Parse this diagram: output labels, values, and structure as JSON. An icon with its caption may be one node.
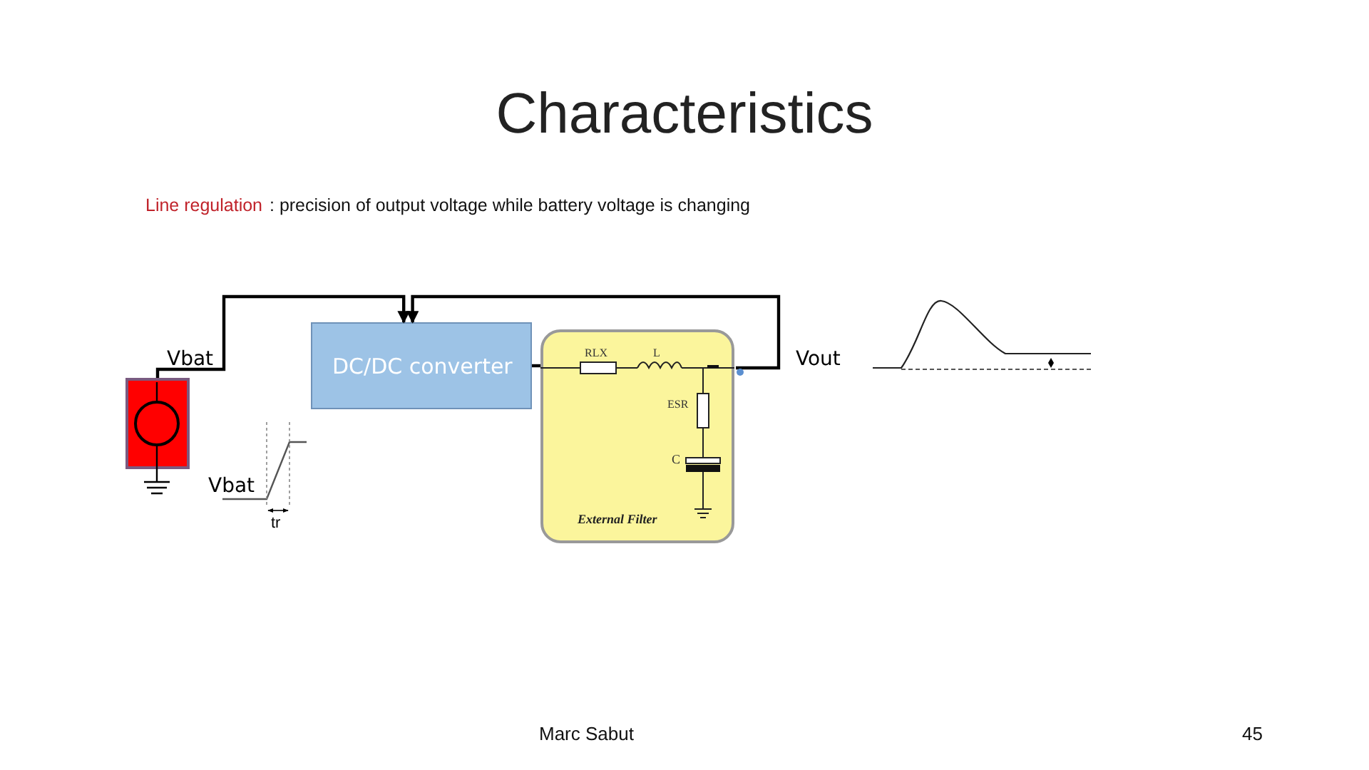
{
  "diagram": {
    "title": "Characteristics",
    "nodes": [
      {
        "text": [],
        "shape": "box"
      },
      {
        "text": [
          "DC/DC converter"
        ]
      },
      {
        "text": [
          "External Filter"
        ]
      }
    ],
    "edges": [
      {
        "from": 0,
        "to": 1,
        "arrow": "to"
      },
      {
        "from": 1,
        "to": 2,
        "arrow": "none"
      },
      {
        "from": 2,
        "to": 1,
        "arrow": "to"
      }
    ],
    "labels": [
      "Line regulation",
      ": precision of output voltage while battery voltage is changing",
      "Vbat",
      "Vout",
      "RLX",
      "L",
      "ESR",
      "C",
      "Vbat",
      "tr",
      "Marc Sabut",
      "45"
    ]
  }
}
